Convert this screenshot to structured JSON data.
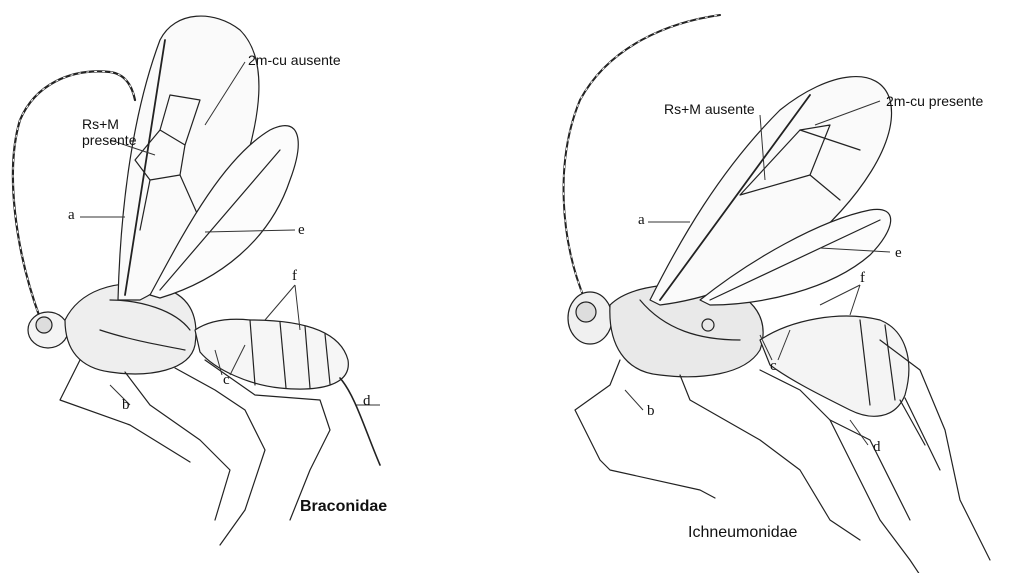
{
  "left_panel": {
    "family": "Braconidae",
    "annotations": {
      "vein_2mcu": "2m-cu ausente",
      "vein_rsm_line1": "Rs+M",
      "vein_rsm_line2": "presente"
    },
    "letters": {
      "a": "a",
      "b": "b",
      "c": "c",
      "d": "d",
      "e": "e",
      "f": "f"
    }
  },
  "right_panel": {
    "family": "Ichneumonidae",
    "annotations": {
      "vein_rsm": "Rs+M ausente",
      "vein_2mcu": "2m-cu presente"
    },
    "letters": {
      "a": "a",
      "b": "b",
      "c": "c",
      "d": "d",
      "e": "e",
      "f": "f"
    }
  },
  "icons": {
    "left_drawing": "braconid-wasp-illustration",
    "right_drawing": "ichneumonid-wasp-illustration"
  }
}
